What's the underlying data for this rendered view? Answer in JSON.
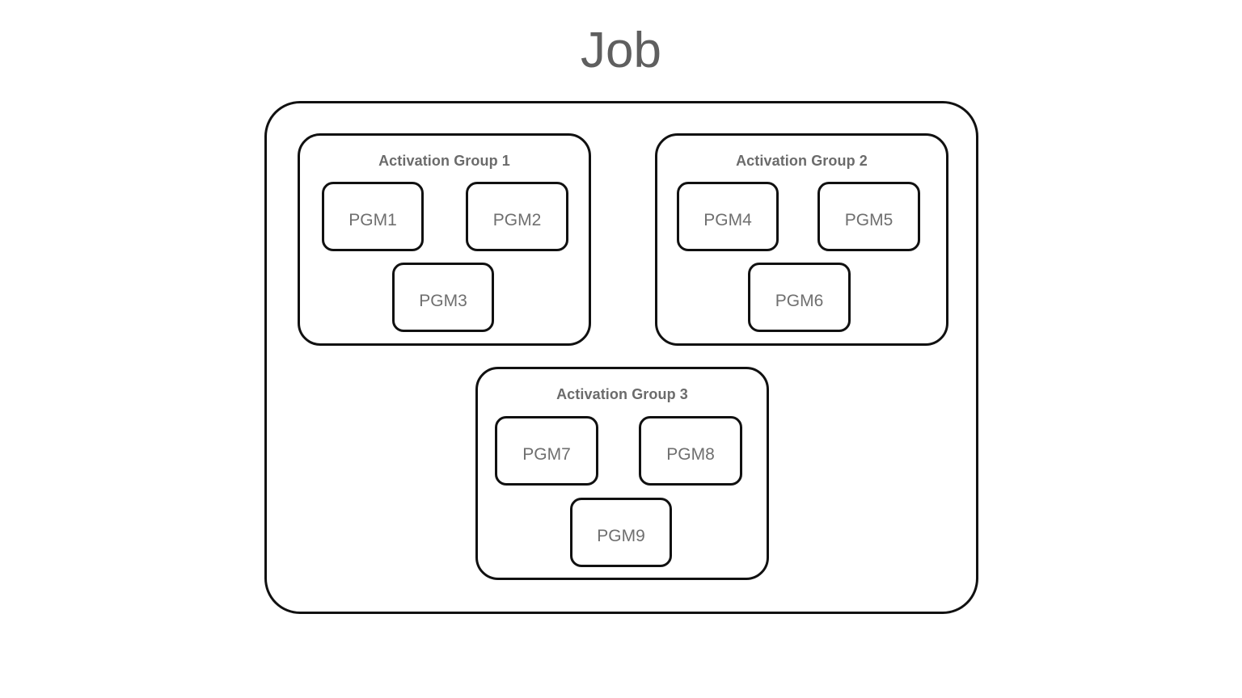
{
  "diagram": {
    "title": "Job",
    "type": "nested-container-diagram",
    "colors": {
      "background": "#ffffff",
      "border": "#111111",
      "title_text": "#5f5f5f",
      "group_label_text": "#6b6b6b",
      "program_label_text": "#6f6f6f"
    },
    "container": {
      "name": "Job",
      "groups": [
        {
          "id": "activation-group-1",
          "label": "Activation Group 1",
          "programs": [
            {
              "id": "pgm1",
              "label": "PGM1"
            },
            {
              "id": "pgm2",
              "label": "PGM2"
            },
            {
              "id": "pgm3",
              "label": "PGM3"
            }
          ]
        },
        {
          "id": "activation-group-2",
          "label": "Activation Group 2",
          "programs": [
            {
              "id": "pgm4",
              "label": "PGM4"
            },
            {
              "id": "pgm5",
              "label": "PGM5"
            },
            {
              "id": "pgm6",
              "label": "PGM6"
            }
          ]
        },
        {
          "id": "activation-group-3",
          "label": "Activation Group 3",
          "programs": [
            {
              "id": "pgm7",
              "label": "PGM7"
            },
            {
              "id": "pgm8",
              "label": "PGM8"
            },
            {
              "id": "pgm9",
              "label": "PGM9"
            }
          ]
        }
      ]
    }
  }
}
